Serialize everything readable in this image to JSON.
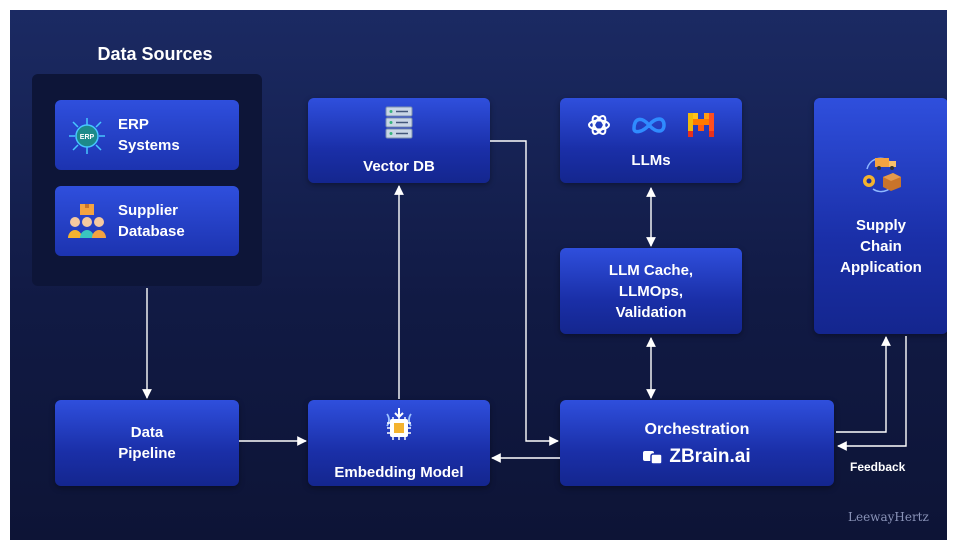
{
  "data_sources": {
    "title": "Data Sources",
    "items": [
      {
        "label": "ERP\nSystems",
        "icon": "erp-icon",
        "badge": "ERP"
      },
      {
        "label": "Supplier\nDatabase",
        "icon": "supplier-database-icon"
      }
    ]
  },
  "nodes": {
    "vector_db": "Vector DB",
    "llms": "LLMs",
    "llm_cache": "LLM Cache,\nLLMOps,\nValidation",
    "supply_chain": "Supply\nChain\nApplication",
    "data_pipeline": "Data\nPipeline",
    "embedding_model": "Embedding Model",
    "orchestration": "Orchestration",
    "orchestration_brand": "ZBrain.ai"
  },
  "edge_labels": {
    "feedback": "Feedback"
  },
  "watermark": "LeewayHertz",
  "colors": {
    "background": "#111a44",
    "box": "#2a46d0",
    "panel": "#0d1538",
    "arrow": "#ffffff"
  },
  "llm_icons": [
    "openai-icon",
    "meta-icon",
    "mistral-icon"
  ]
}
